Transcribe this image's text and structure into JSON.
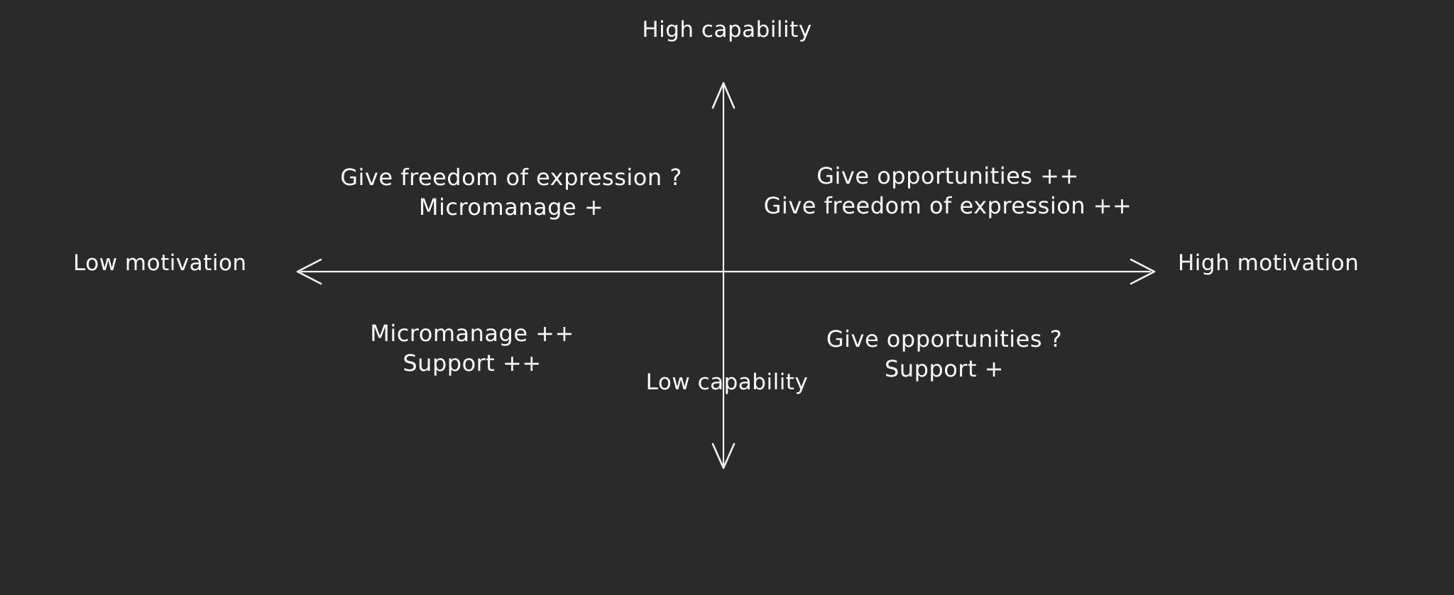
{
  "canvas": {
    "background_color": "#2a2a2a",
    "stroke_color": "#f2f2f2",
    "text_color": "#fdfdfd"
  },
  "axes": {
    "vertical": {
      "top_label": "High capability",
      "bottom_label": "Low capability"
    },
    "horizontal": {
      "left_label": "Low motivation",
      "right_label": "High motivation"
    }
  },
  "quadrants": {
    "top_left": {
      "line1": "Give freedom of expression ?",
      "line2": "Micromanage +"
    },
    "top_right": {
      "line1": "Give opportunities ++",
      "line2": "Give freedom of expression ++"
    },
    "bottom_left": {
      "line1": "Micromanage ++",
      "line2": "Support ++"
    },
    "bottom_right": {
      "line1": "Give opportunities ?",
      "line2": "Support +"
    }
  }
}
